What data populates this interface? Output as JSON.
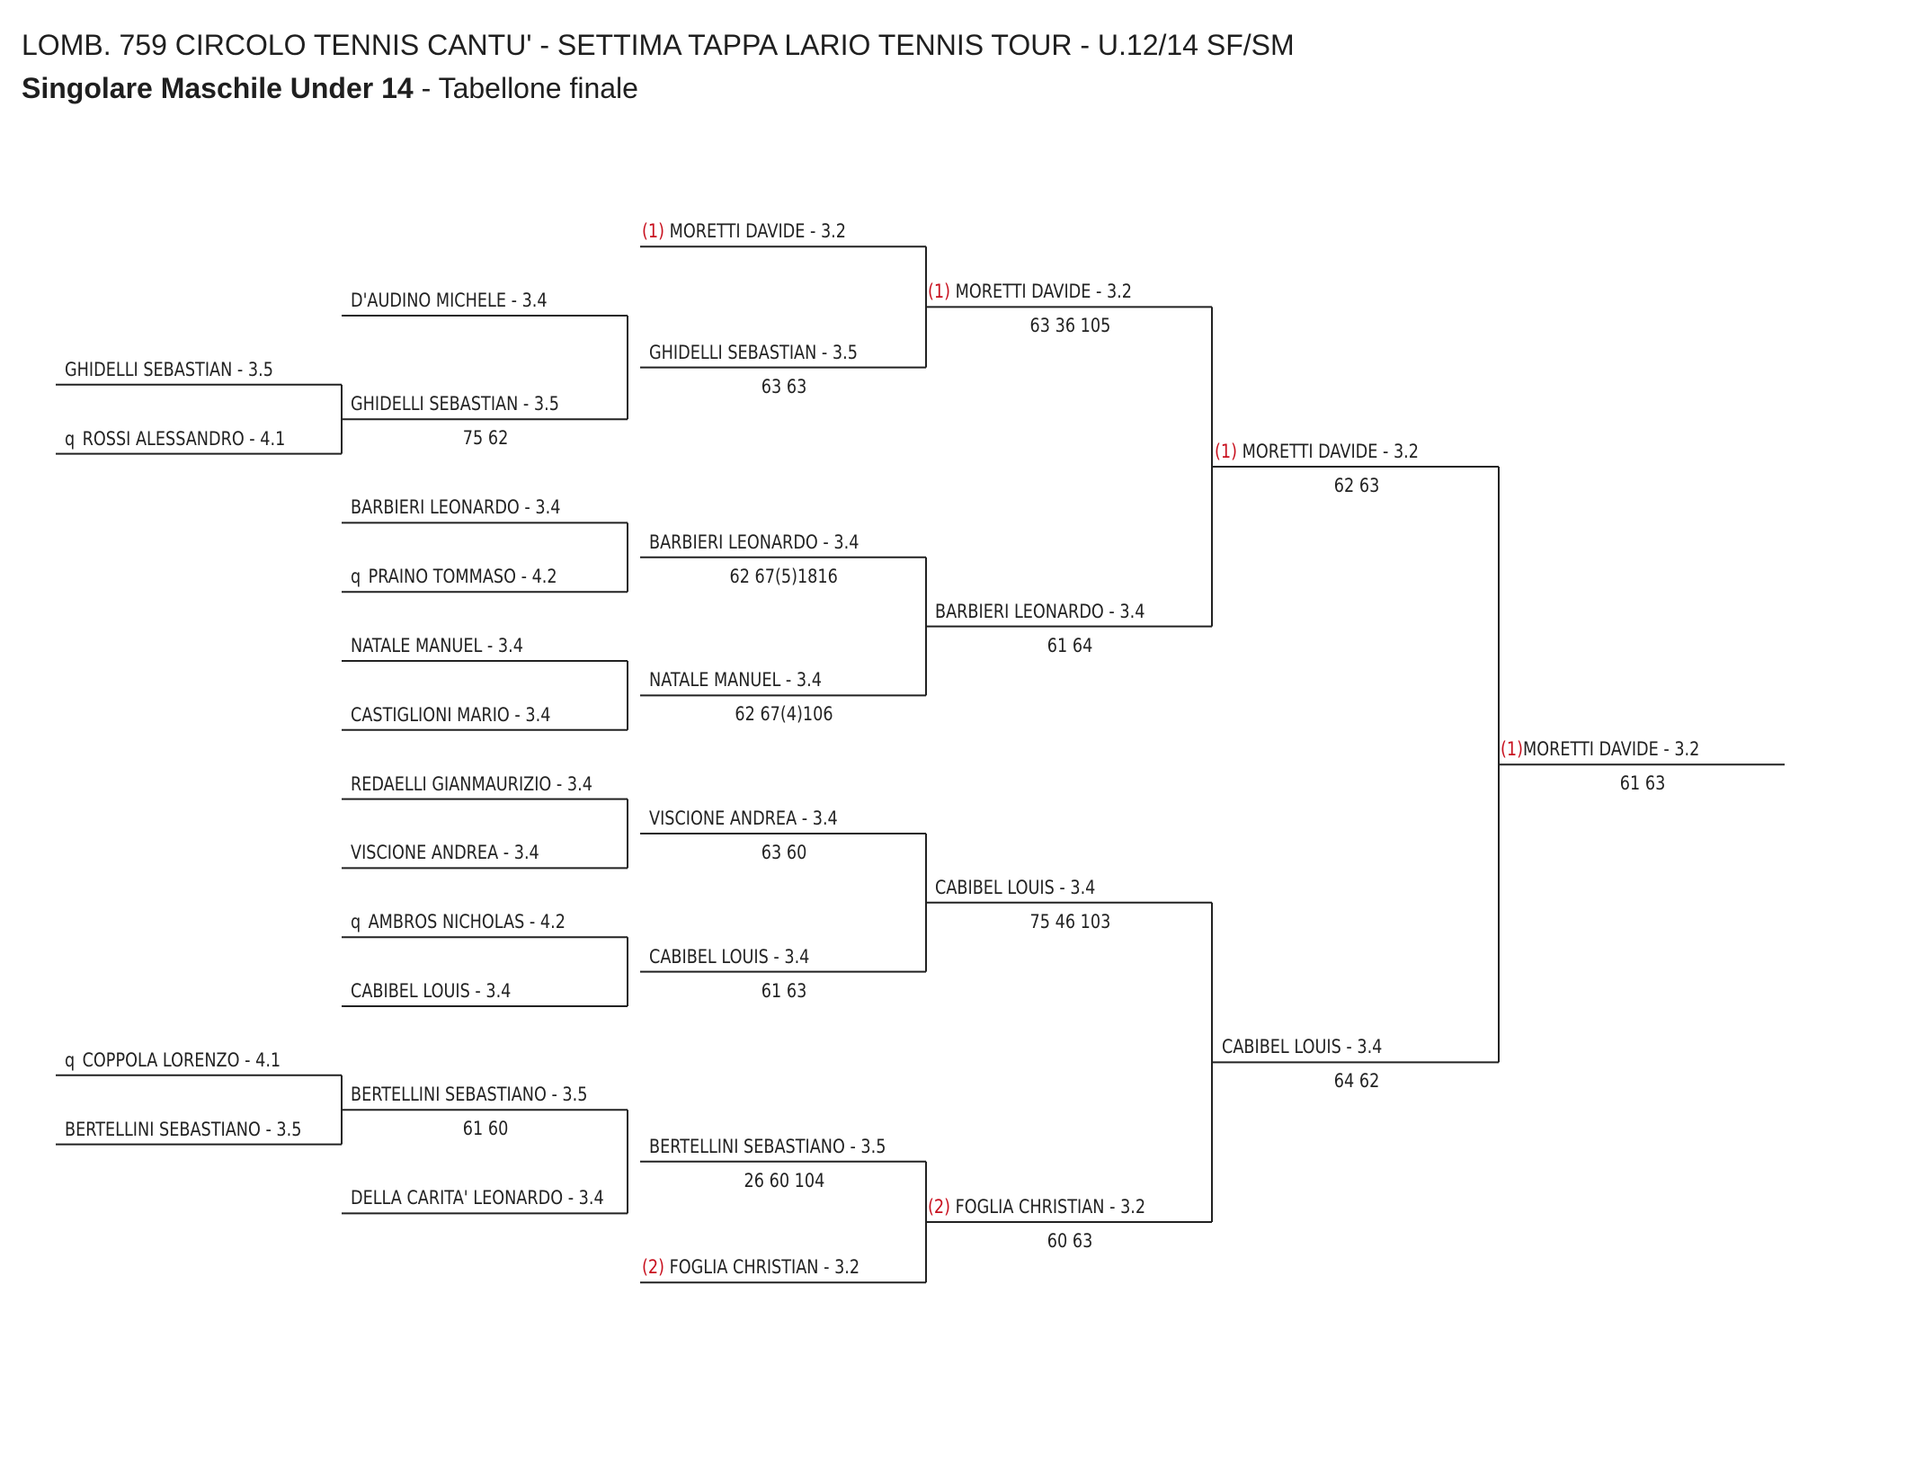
{
  "header": {
    "title": "LOMB. 759 CIRCOLO TENNIS CANTU' - SETTIMA TAPPA LARIO TENNIS TOUR - U.12/14 SF/SM",
    "subtitle_bold": "Singolare Maschile Under 14",
    "subtitle_rest": " - Tabellone finale"
  },
  "colors": {
    "seed": "#c8101e",
    "text": "#222222",
    "lines": "#222222"
  },
  "rounds": [
    {
      "entries": [
        {
          "y": 1,
          "name": "GHIDELLI SEBASTIAN - 3.5"
        },
        {
          "y": 2,
          "q": "q",
          "name": "ROSSI ALESSANDRO - 4.1"
        },
        {
          "y": 11,
          "q": "q",
          "name": "COPPOLA LORENZO - 4.1"
        },
        {
          "y": 12,
          "name": "BERTELLINI SEBASTIANO - 3.5"
        }
      ]
    },
    {
      "entries": [
        {
          "y": 0,
          "name": "D'AUDINO MICHELE - 3.4"
        },
        {
          "y": 1.5,
          "name": "GHIDELLI SEBASTIAN - 3.5",
          "score": "75 62"
        },
        {
          "y": 3,
          "name": "BARBIERI LEONARDO - 3.4"
        },
        {
          "y": 4,
          "q": "q",
          "name": "PRAINO TOMMASO - 4.2"
        },
        {
          "y": 5,
          "name": "NATALE MANUEL - 3.4"
        },
        {
          "y": 6,
          "name": "CASTIGLIONI MARIO - 3.4"
        },
        {
          "y": 7,
          "name": "REDAELLI GIANMAURIZIO - 3.4"
        },
        {
          "y": 8,
          "name": "VISCIONE ANDREA - 3.4"
        },
        {
          "y": 9,
          "q": "q",
          "name": "AMBROS NICHOLAS - 4.2"
        },
        {
          "y": 10,
          "name": "CABIBEL LOUIS - 3.4"
        },
        {
          "y": 11.5,
          "name": "BERTELLINI SEBASTIANO - 3.5",
          "score": "61 60"
        },
        {
          "y": 13,
          "name": "DELLA CARITA' LEONARDO - 3.4"
        }
      ]
    },
    {
      "entries": [
        {
          "y": -1,
          "seed": "(1)",
          "name": "MORETTI DAVIDE - 3.2"
        },
        {
          "y": 0.75,
          "name": "GHIDELLI SEBASTIAN - 3.5",
          "score": "63 63"
        },
        {
          "y": 3.5,
          "name": "BARBIERI LEONARDO - 3.4",
          "score": "62 67(5)1816"
        },
        {
          "y": 5.5,
          "name": "NATALE MANUEL - 3.4",
          "score": "62 67(4)106"
        },
        {
          "y": 7.5,
          "name": "VISCIONE ANDREA - 3.4",
          "score": "63 60"
        },
        {
          "y": 9.5,
          "name": "CABIBEL LOUIS - 3.4",
          "score": "61 63"
        },
        {
          "y": 12.25,
          "name": "BERTELLINI SEBASTIANO - 3.5",
          "score": "26 60 104"
        },
        {
          "y": 14,
          "seed": "(2)",
          "name": "FOGLIA CHRISTIAN - 3.2"
        }
      ]
    },
    {
      "entries": [
        {
          "y": -0.125,
          "seed": "(1)",
          "name": "MORETTI DAVIDE - 3.2",
          "score": "63 36 105"
        },
        {
          "y": 4.5,
          "name": "BARBIERI LEONARDO - 3.4",
          "score": "61 64"
        },
        {
          "y": 8.5,
          "name": "CABIBEL LOUIS - 3.4",
          "score": "75 46 103"
        },
        {
          "y": 13.125,
          "seed": "(2)",
          "name": "FOGLIA CHRISTIAN - 3.2",
          "score": "60 63"
        }
      ]
    },
    {
      "entries": [
        {
          "y": 2.1875,
          "seed": "(1)",
          "name": "MORETTI DAVIDE - 3.2",
          "score": "62 63"
        },
        {
          "y": 10.8125,
          "name": "CABIBEL LOUIS - 3.4",
          "score": "64 62"
        }
      ]
    },
    {
      "entries": [
        {
          "y": 6.5,
          "seed": "(1)",
          "name": "MORETTI DAVIDE - 3.2",
          "score": "61 63",
          "tight": true
        }
      ]
    }
  ]
}
